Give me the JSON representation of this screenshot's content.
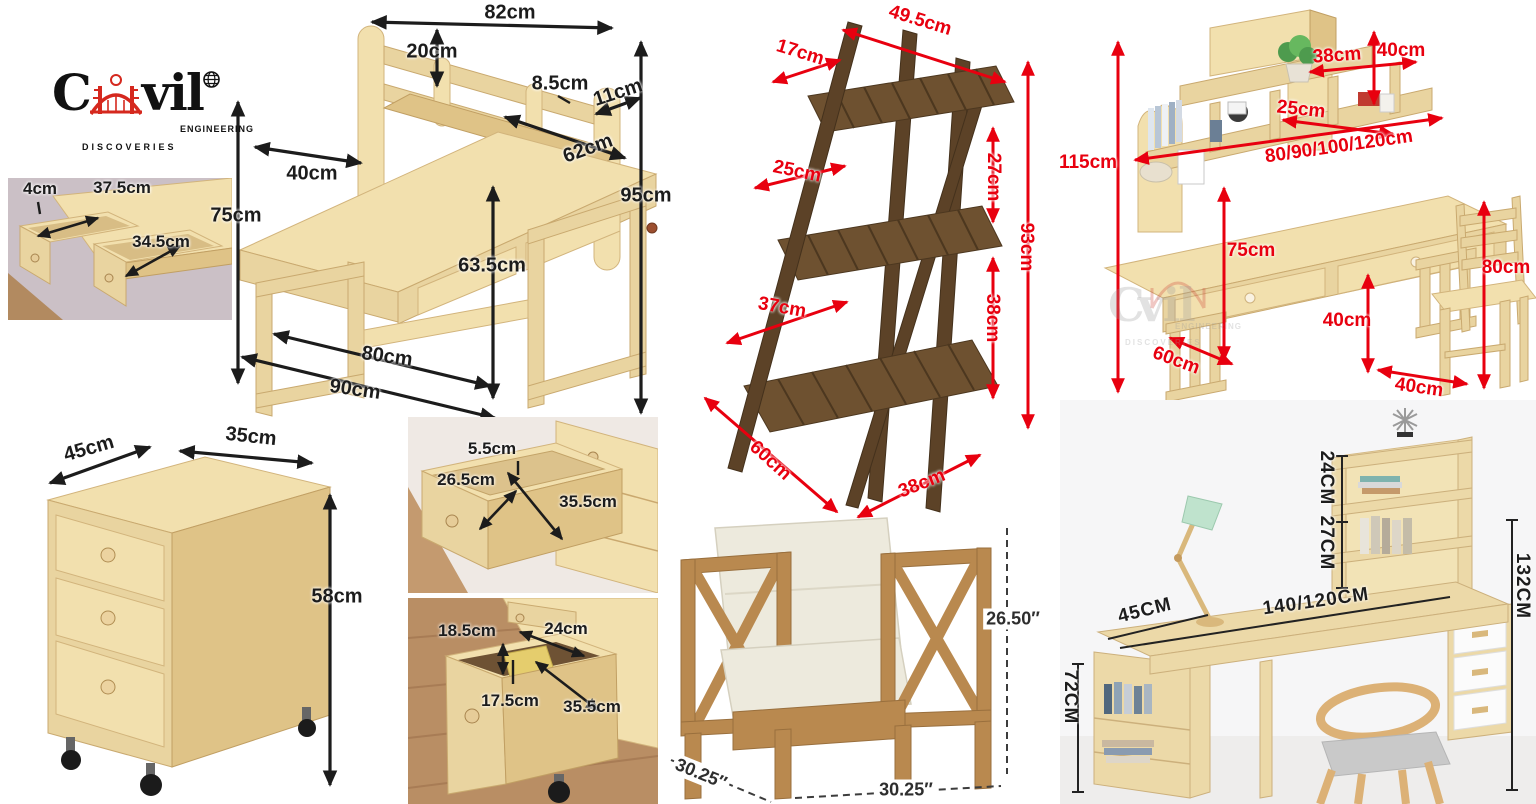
{
  "logo": {
    "c": "C",
    "rest": "vil",
    "engineering": "ENGINEERING",
    "discoveries": "DISCOVERIES"
  },
  "colors": {
    "dim_black": "#1c1c1c",
    "dim_red": "#e8000f",
    "wood_light": "#f2e0ae",
    "wood_walnut": "#6e5130",
    "logo_red": "#d5281e"
  },
  "panels": {
    "desk1": {
      "dims": {
        "top_width": "82cm",
        "hutch_height": "20cm",
        "shelf_depth": "8.5cm",
        "side_depth": "11cm",
        "desk_depth": "62cm",
        "drawer_width": "40cm",
        "leg_height": "75cm",
        "total_height": "95cm",
        "clearance_height": "63.5cm",
        "inner_width": "80cm",
        "base_width": "90cm"
      }
    },
    "inset_top_drawers": {
      "dims": {
        "side_gap": "4cm",
        "left_drawer_width": "37.5cm",
        "right_drawer_width": "34.5cm"
      }
    },
    "cabinet": {
      "dims": {
        "depth": "45cm",
        "width": "35cm",
        "height": "58cm"
      }
    },
    "inset_mid_drawer": {
      "dims": {
        "rim_height": "5.5cm",
        "inner_width": "26.5cm",
        "inner_depth": "35.5cm"
      }
    },
    "inset_bottom_drawer": {
      "dims": {
        "inner_height": "18.5cm",
        "inner_width": "24cm",
        "divider_height": "17.5cm",
        "inner_depth": "35.5cm"
      }
    },
    "plant_stand": {
      "dims": {
        "top_width": "49.5cm",
        "top_shelf_depth": "17cm",
        "mid_shelf_depth": "25cm",
        "upper_tier_height": "27cm",
        "total_height": "93cm",
        "lower_shelf_depth": "37cm",
        "lower_tier_height": "38cm",
        "base_depth": "60cm",
        "base_width": "38cm"
      }
    },
    "desk2": {
      "dims": {
        "shelf_width": "38cm",
        "hutch_height": "40cm",
        "cubby_width": "25cm",
        "width_options": "80/90/100/120cm",
        "total_height": "115cm",
        "desk_height": "75cm",
        "desk_depth": "60cm",
        "seat_height": "40cm",
        "chair_depth": "40cm",
        "chair_height": "80cm"
      }
    },
    "armchair": {
      "dims": {
        "height": "26.50″",
        "depth": "30.25″",
        "width": "30.25″"
      }
    },
    "desk3": {
      "dims": {
        "upper_shelf_height": "24CM",
        "lower_shelf_height": "27CM",
        "total_height": "132CM",
        "desk_depth": "45CM",
        "desk_width": "140/120CM",
        "shelf_unit_height": "72CM"
      }
    }
  }
}
